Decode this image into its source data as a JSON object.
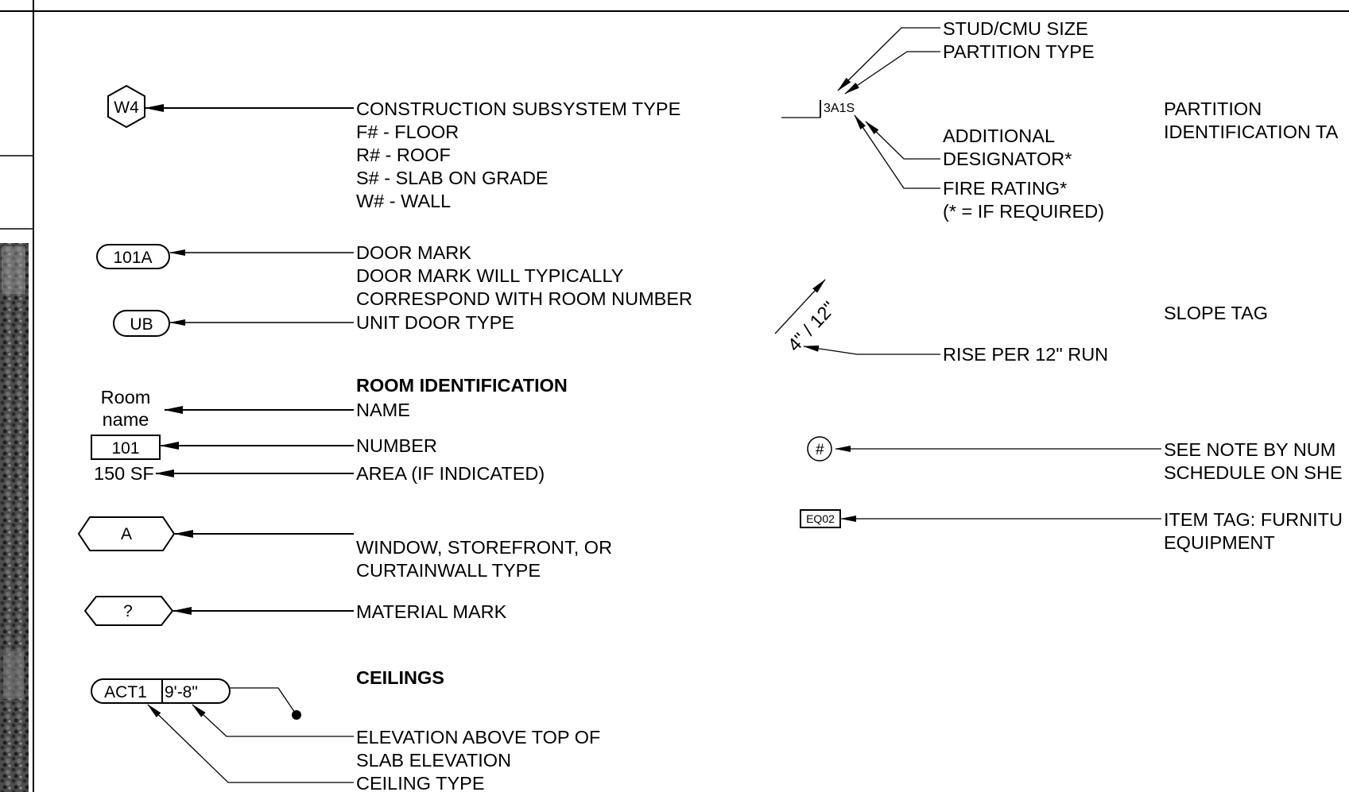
{
  "subsystem": {
    "tag": "W4",
    "lines": [
      "CONSTRUCTION SUBSYSTEM TYPE",
      "F# - FLOOR",
      "R# - ROOF",
      "S# - SLAB ON GRADE",
      "W# - WALL"
    ]
  },
  "door": {
    "tag": "101A",
    "lines": [
      "DOOR MARK",
      "DOOR MARK WILL TYPICALLY",
      "CORRESPOND WITH ROOM NUMBER"
    ],
    "unit_tag": "UB",
    "unit_label": "UNIT DOOR TYPE"
  },
  "room": {
    "heading": "ROOM IDENTIFICATION",
    "name_tag": [
      "Room",
      "name"
    ],
    "number_tag": "101",
    "area_tag": "150 SF",
    "name_label": "NAME",
    "number_label": "NUMBER",
    "area_label": "AREA (IF INDICATED)"
  },
  "window": {
    "tag": "A",
    "lines": [
      "WINDOW, STOREFRONT, OR",
      "CURTAINWALL TYPE"
    ]
  },
  "material": {
    "tag": "?",
    "label": "MATERIAL MARK"
  },
  "ceilings": {
    "heading": "CEILINGS",
    "type_tag": "ACT1",
    "height_tag": "9'-8\"",
    "elevation_lines": [
      "ELEVATION ABOVE TOP OF",
      "SLAB ELEVATION"
    ],
    "type_label": "CEILING TYPE"
  },
  "partition": {
    "tag": "3A1S",
    "stud_label": "STUD/CMU SIZE",
    "type_label": "PARTITION TYPE",
    "designator_lines": [
      "ADDITIONAL",
      "DESIGNATOR*"
    ],
    "fire_lines": [
      "FIRE RATING*",
      "(* = IF REQUIRED)"
    ],
    "title_lines": [
      "PARTITION",
      "IDENTIFICATION TA"
    ]
  },
  "slope": {
    "tag": "4\" / 12\"",
    "rise_label": "RISE PER 12\" RUN",
    "title": "SLOPE TAG"
  },
  "note": {
    "tag": "#",
    "lines": [
      "SEE NOTE BY NUM",
      "SCHEDULE ON SHE"
    ]
  },
  "item": {
    "tag": "EQ02",
    "lines": [
      "ITEM TAG: FURNITU",
      "EQUIPMENT"
    ]
  },
  "colors": {
    "ink": "#000000",
    "paper": "#ffffff",
    "photo": "#4a4a4a"
  }
}
